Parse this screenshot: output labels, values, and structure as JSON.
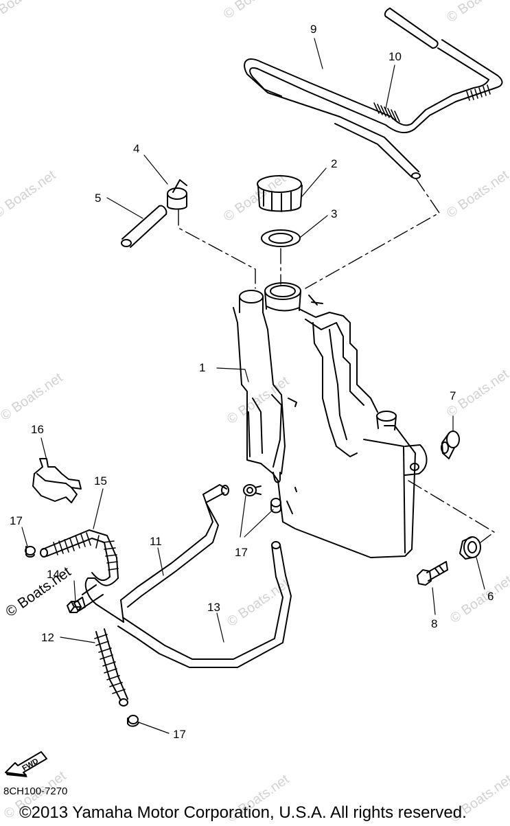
{
  "callouts": {
    "n1": "1",
    "n2": "2",
    "n3": "3",
    "n4": "4",
    "n5": "5",
    "n6": "6",
    "n7": "7",
    "n8": "8",
    "n9": "9",
    "n10": "10",
    "n11": "11",
    "n12": "12",
    "n13": "13",
    "n14": "14",
    "n15": "15",
    "n16": "16",
    "n17a": "17",
    "n17b": "17",
    "n17c": "17"
  },
  "watermark": {
    "text": "© Boats.net",
    "faint": "© Boats.net"
  },
  "fwd_label": "FWD",
  "diagram_code": "8CH100-7270",
  "copyright": "©2013 Yamaha Motor Corporation, U.S.A. All rights reserved."
}
